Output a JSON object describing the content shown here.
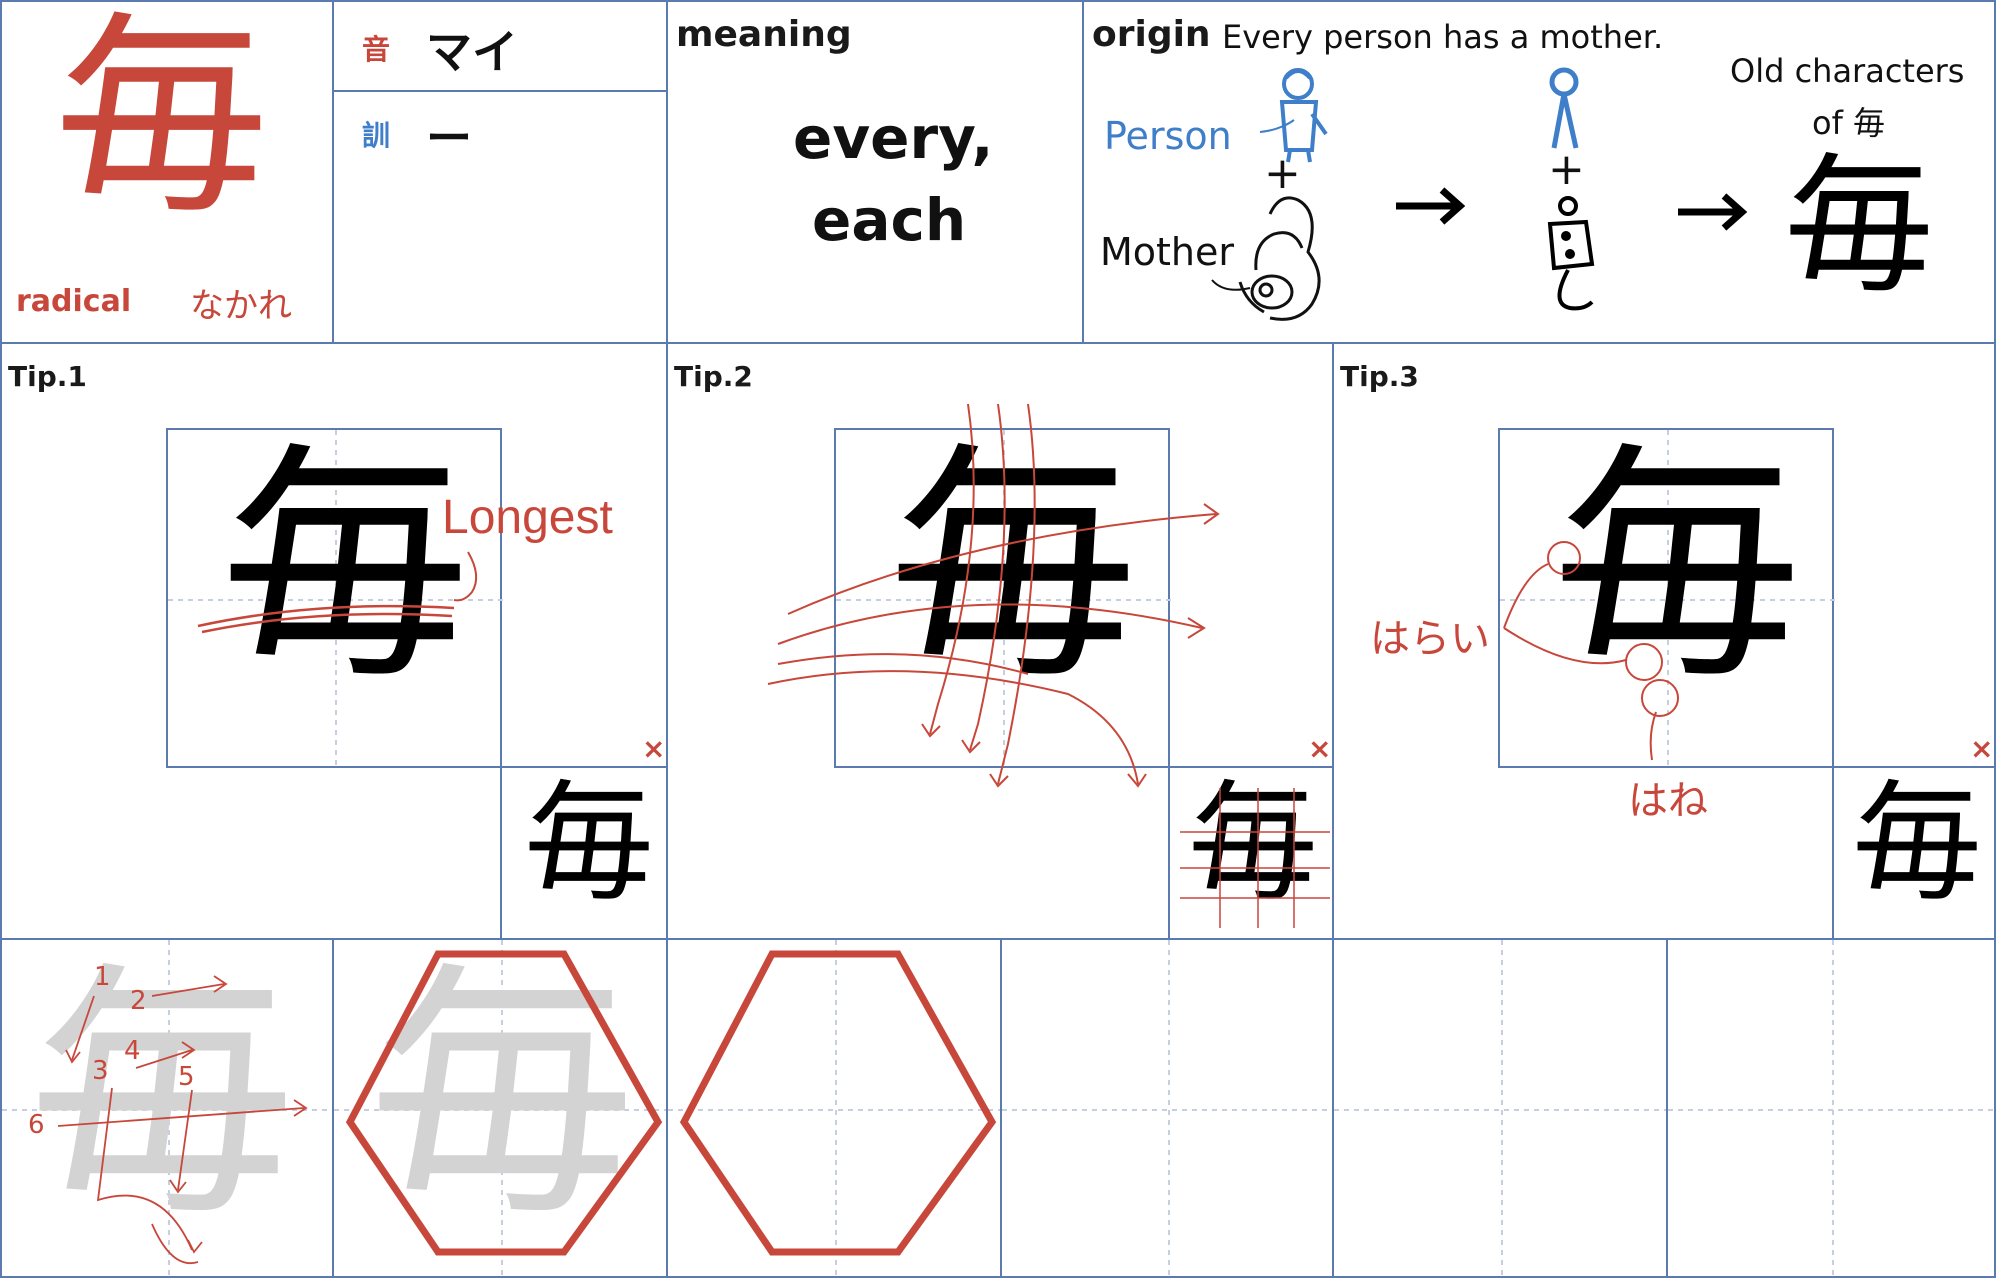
{
  "kanji": "毎",
  "radical": {
    "label": "radical",
    "name": "なかれ"
  },
  "readings": {
    "on_label": "音",
    "on_value": "マイ",
    "kun_label": "訓",
    "kun_value": "ー"
  },
  "meaning": {
    "label": "meaning",
    "line1": "every,",
    "line2": "each"
  },
  "origin": {
    "label": "origin",
    "caption": "Every person has a mother.",
    "person_label": "Person",
    "mother_label": "Mother",
    "plus": "+",
    "old_characters_line1": "Old characters",
    "old_characters_line2": "of 毎"
  },
  "tips": [
    {
      "label": "Tip.1",
      "annotation": "Longest",
      "mark": "×"
    },
    {
      "label": "Tip.2",
      "mark": "×"
    },
    {
      "label": "Tip.3",
      "annotation_harai": "はらい",
      "annotation_hane": "はね",
      "mark": "×"
    }
  ],
  "stroke_numbers": [
    "1",
    "2",
    "3",
    "4",
    "5",
    "6"
  ],
  "colors": {
    "accent": "#c8473b",
    "grid": "#5b7bb0",
    "blue": "#3f7ec9"
  }
}
